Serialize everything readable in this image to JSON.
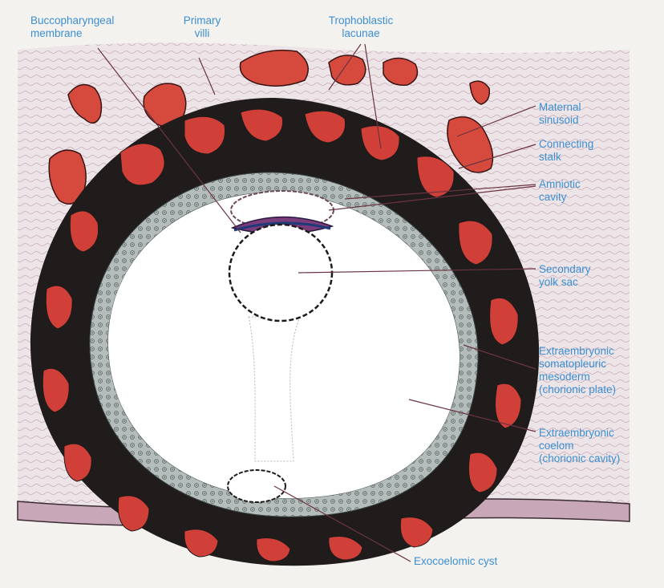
{
  "labels": {
    "buccopharyngeal_membrane": [
      "Buccopharyngeal",
      "membrane"
    ],
    "primary_villi": [
      "Primary",
      "villi"
    ],
    "trophoblastic_lacunae": [
      "Trophoblastic",
      "lacunae"
    ],
    "maternal_sinusoid": [
      "Maternal",
      "sinusoid"
    ],
    "connecting_stalk": [
      "Connecting",
      "stalk"
    ],
    "amniotic_cavity": [
      "Amniotic",
      "cavity"
    ],
    "secondary_yolk_sac": [
      "Secondary",
      "yolk sac"
    ],
    "extraembryonic_somatopleuric_mesoderm": [
      "Extraembryonic",
      "somatopleuric",
      "mesoderm",
      "(chorionic plate)"
    ],
    "extraembryonic_coelom": [
      "Extraembryonic",
      "coelom",
      "(chorionic cavity)"
    ],
    "exocoelomic_cyst": [
      "Exocoelomic cyst"
    ]
  },
  "colors": {
    "label": "#3c8fd0",
    "blood": "#d64a3e",
    "trophoblast": "#1e1a1a",
    "mesoderm": "#a9b3b1",
    "endometrium": "#e8e0e3",
    "leader_line": "#c0304a"
  }
}
